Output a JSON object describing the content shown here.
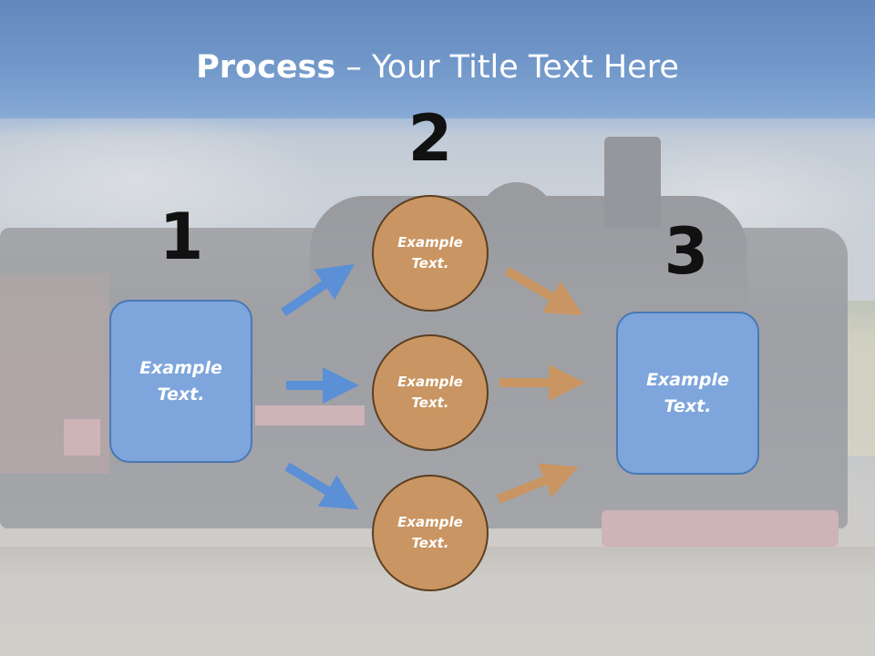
{
  "slide": {
    "title_bold": "Process",
    "title_rest": " – Your Title Text Here"
  },
  "steps": {
    "step1_number": "1",
    "step2_number": "2",
    "step3_number": "3"
  },
  "left_box": {
    "text": "Example Text."
  },
  "circles": [
    {
      "text": "Example Text."
    },
    {
      "text": "Example Text."
    },
    {
      "text": "Example Text."
    }
  ],
  "right_box": {
    "text": "Example Text."
  },
  "colors": {
    "title_band": "#4f86cc",
    "box_fill": "#7ea5dc",
    "box_border": "#4a78b5",
    "circle_fill": "#c99562",
    "circle_border": "#5b3f22",
    "arrow_blue": "#5b8fd6",
    "arrow_orange": "#c99562",
    "number_color": "#111111"
  }
}
